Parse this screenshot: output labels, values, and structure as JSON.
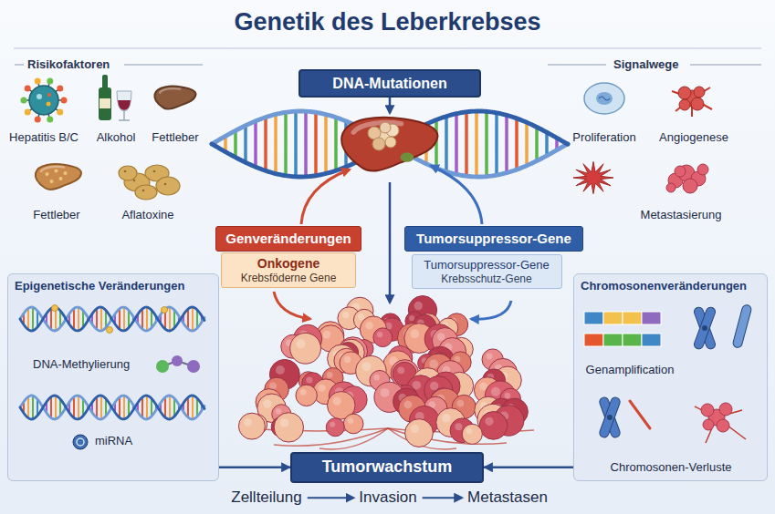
{
  "diagram": {
    "title": "Genetik des Leberkrebses",
    "nodes": [
      {
        "text": [
          "DNA-Mutationen"
        ]
      },
      {
        "text": [
          "Genveränderungen"
        ]
      },
      {
        "text": [
          "Onkogene",
          "Krebsföderne Gene"
        ]
      },
      {
        "text": [
          "Tumorsuppressor-Gene"
        ]
      },
      {
        "text": [
          "Tumorsuppressor-Gene",
          "Krebsschutz-Gene"
        ]
      },
      {
        "text": [
          "Epigenetische Veränderungen"
        ]
      },
      {
        "text": [
          "Chromosonenveränderungen"
        ]
      },
      {
        "text": [
          "Tumorwachstum"
        ]
      }
    ],
    "edges": [
      {
        "from": 5,
        "to": 7,
        "arrow": "to"
      },
      {
        "from": 6,
        "to": 7,
        "arrow": "to"
      }
    ],
    "labels": [
      "Risikofaktoren",
      "Signalwege",
      "Hepatitis B/C",
      "Alkohol",
      "Fettleber",
      "Proliferation",
      "Angiogenese",
      "Fettleber",
      "Aflatoxine",
      "Metastasierung",
      "DNA-Methylierung",
      "miRNA",
      "Genamplification",
      "Chromosonen-Verluste",
      "Zellteilung",
      "Invasion",
      "Metastasen"
    ]
  }
}
